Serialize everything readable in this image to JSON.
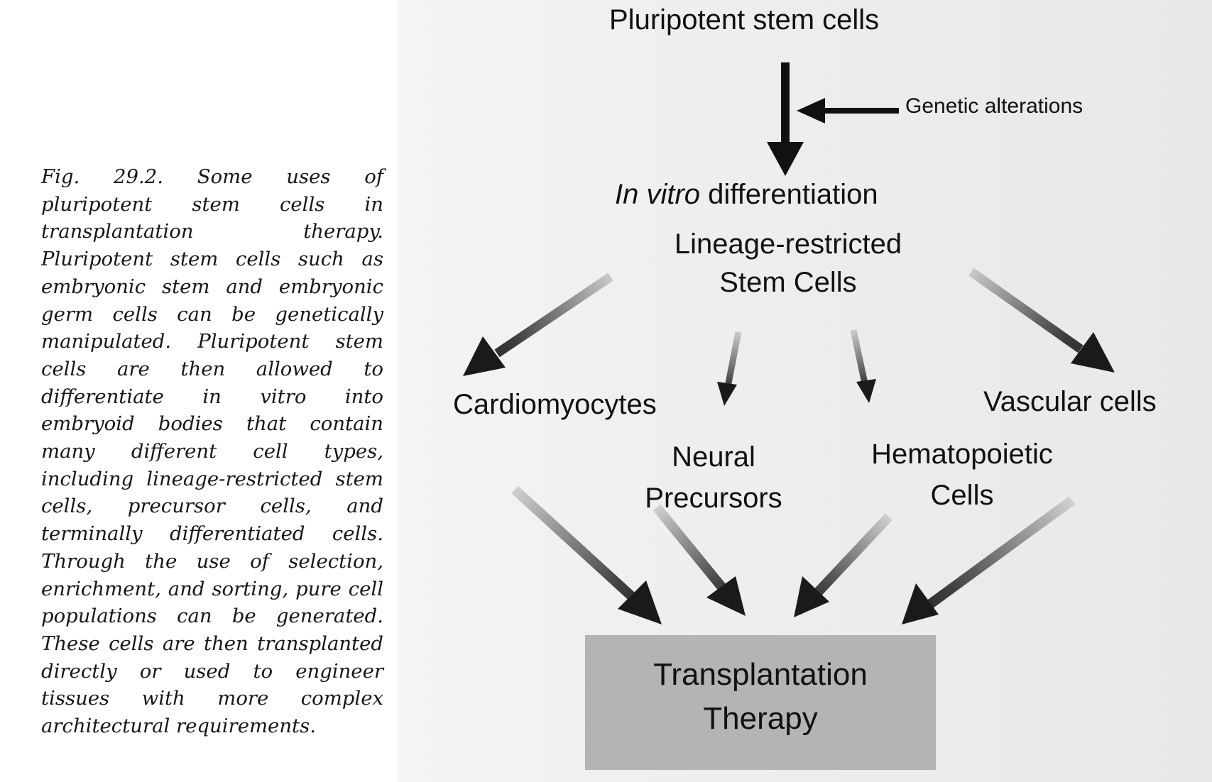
{
  "figure": {
    "caption": "Fig. 29.2. Some uses of pluripotent stem cells in transplantation therapy. Pluripotent stem cells such as embryonic stem and embryonic germ cells can be genetically manipulated. Pluripotent stem cells are then allowed to differentiate in vitro into embryoid bodies that contain many different cell types, including lineage-restricted stem cells, precursor cells, and terminally differentiated cells. Through the use of selection, enrichment, and sorting, pure cell populations can be generated. These cells are then transplanted directly or used to engineer tissues with more complex architectural requirements."
  },
  "diagram": {
    "nodes": {
      "pluripotent": "Pluripotent stem cells",
      "genetic": "Genetic alterations",
      "invitro_italic": "In vitro",
      "invitro_rest": " differentiation",
      "lineage_line1": "Lineage-restricted",
      "lineage_line2": "Stem Cells",
      "cardio": "Cardiomyocytes",
      "vascular": "Vascular cells",
      "neural_line1": "Neural",
      "neural_line2": "Precursors",
      "hema_line1": "Hematopoietic",
      "hema_line2": "Cells",
      "therapy_line1": "Transplantation",
      "therapy_line2": "Therapy"
    }
  }
}
